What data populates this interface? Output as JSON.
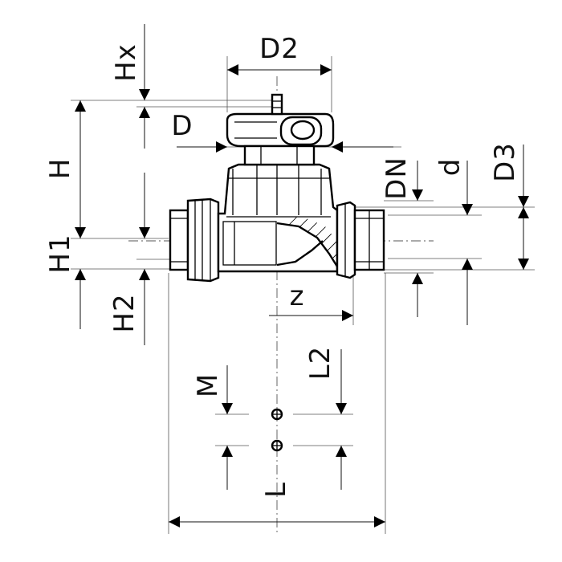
{
  "labels": {
    "hx": "Hx",
    "d2": "D2",
    "d": "D",
    "h": "H",
    "dn": "DN",
    "d_small": "d",
    "d3": "D3",
    "h1": "H1",
    "z": "z",
    "h2": "H2",
    "m": "M",
    "l2": "L2",
    "l": "L"
  },
  "colors": {
    "line": "#000000",
    "dimension": "#111111",
    "background": "#ffffff"
  }
}
